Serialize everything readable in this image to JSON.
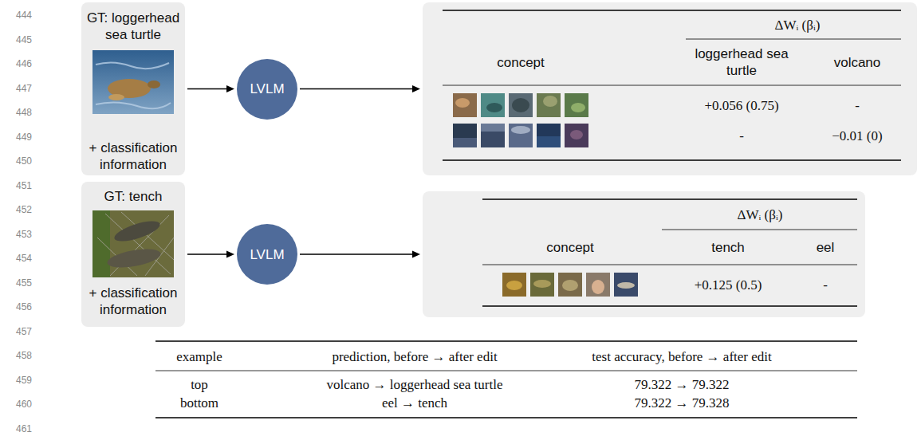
{
  "diagram": {
    "nodes": [
      {
        "text": [
          "GT: loggerhead sea turtle",
          "+ classification information"
        ]
      },
      {
        "text": [
          "LVLM"
        ]
      },
      {
        "text": [
          "ΔWᵢ (βᵢ)",
          "concept",
          "loggerhead sea turtle",
          "volcano",
          "+0.056 (0.75)",
          "-",
          "-",
          "−0.01 (0)"
        ]
      },
      {
        "text": [
          "GT: tench",
          "+ classification information"
        ]
      },
      {
        "text": [
          "LVLM"
        ]
      },
      {
        "text": [
          "ΔWᵢ (βᵢ)",
          "concept",
          "tench",
          "eel",
          "+0.125 (0.5)",
          "-"
        ]
      }
    ],
    "edges": [
      {
        "from": 0,
        "to": 1,
        "arrow": "to"
      },
      {
        "from": 1,
        "to": 2,
        "arrow": "to"
      },
      {
        "from": 3,
        "to": 4,
        "arrow": "to"
      },
      {
        "from": 4,
        "to": 5,
        "arrow": "to"
      }
    ],
    "labels": [
      "444",
      "445",
      "446",
      "447",
      "448",
      "449",
      "450",
      "451",
      "452",
      "453",
      "454",
      "455",
      "456",
      "457",
      "458",
      "459",
      "460",
      "461",
      "example",
      "prediction, before → after edit",
      "test accuracy, before → after edit",
      "top",
      "volcano → loggerhead sea turtle",
      "79.322 → 79.322",
      "bottom",
      "eel → tench",
      "79.322 → 79.328"
    ]
  }
}
